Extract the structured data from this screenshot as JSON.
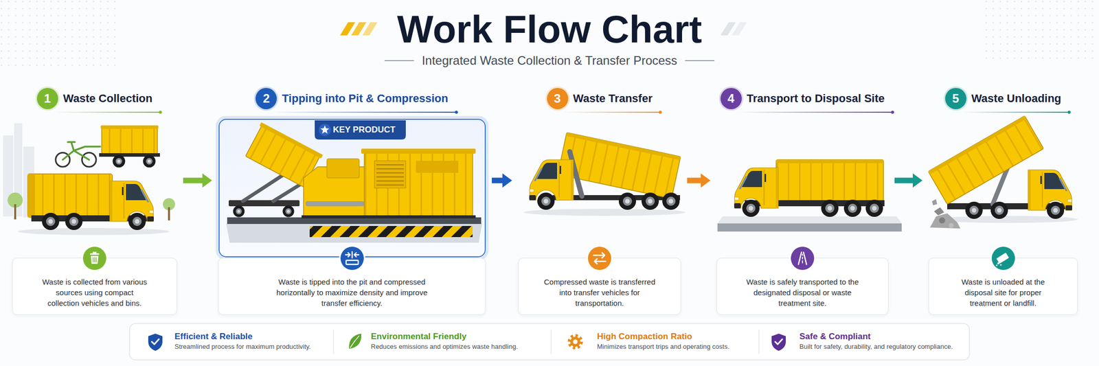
{
  "diagram": {
    "title": "Work Flow Chart",
    "nodes": [
      {
        "text": [
          "1",
          "Waste Collection",
          "Waste is collected from various sources using compact collection vehicles and bins."
        ]
      },
      {
        "text": [
          "2",
          "Tipping into Pit & Compression",
          "Waste is tipped into the pit and compressed horizontally to maximize density and improve transfer efficiency."
        ]
      },
      {
        "text": [
          "KEY PRODUCT"
        ],
        "in": 1
      },
      {
        "text": [
          "3",
          "Waste Transfer",
          "Compressed waste is transferred into transfer vehicles for transportation."
        ]
      },
      {
        "text": [
          "4",
          "Transport to Disposal Site",
          "Waste is safely transported to the designated disposal or waste treatment site."
        ]
      },
      {
        "text": [
          "5",
          "Waste Unloading",
          "Waste is unloaded at the disposal site for proper treatment or landfill."
        ]
      },
      {
        "text": [
          "Efficient & Reliable",
          "Streamlined process for maximum productivity."
        ]
      },
      {
        "text": [
          "Environmental Friendly",
          "Reduces emissions and optimizes waste handling."
        ]
      },
      {
        "text": [
          "High Compaction Ratio",
          "Minimizes transport trips and operating costs."
        ]
      },
      {
        "text": [
          "Safe & Compliant",
          "Built for safety, durability, and regulatory compliance."
        ]
      }
    ],
    "edges": [
      {
        "from": 0,
        "to": 1,
        "arrow": "to"
      },
      {
        "from": 1,
        "to": 3,
        "arrow": "to"
      },
      {
        "from": 3,
        "to": 4,
        "arrow": "to"
      },
      {
        "from": 4,
        "to": 5,
        "arrow": "to"
      }
    ],
    "labels": [
      "Integrated Waste Collection & Transfer Process"
    ]
  }
}
